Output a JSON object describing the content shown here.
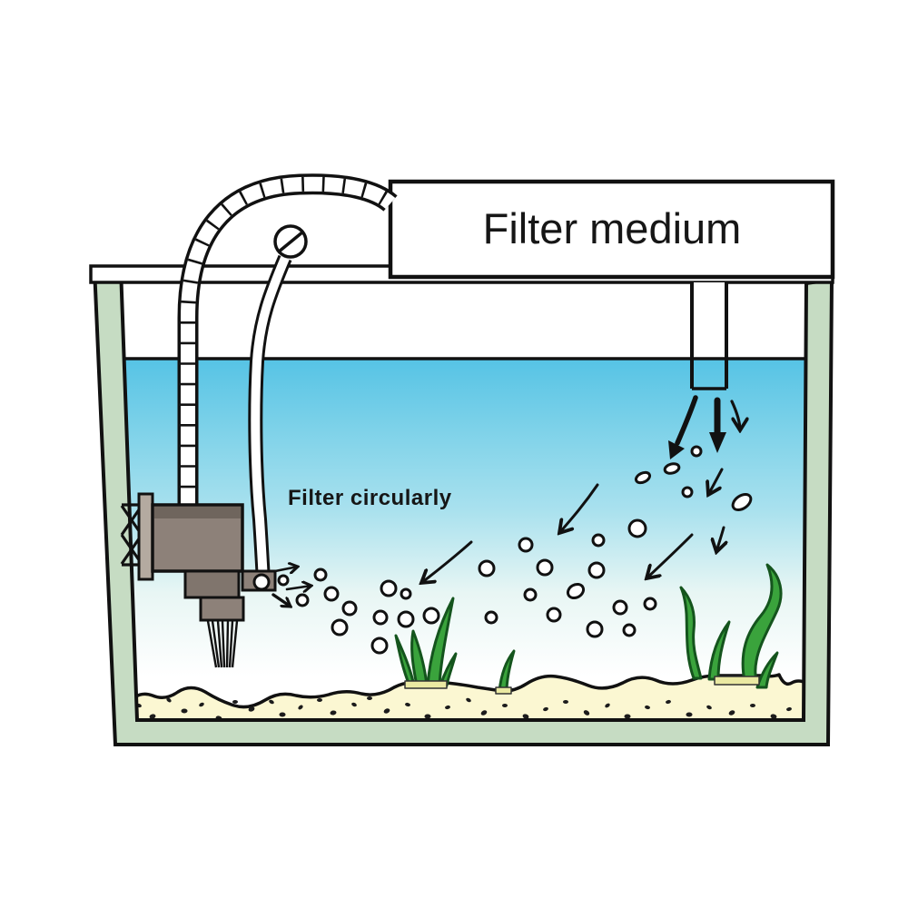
{
  "diagram": {
    "type": "aquarium-filter-circulation",
    "labels": {
      "filter_medium": "Filter medium",
      "filter_circularly": "Filter circularly"
    }
  },
  "colors": {
    "background": "#ffffff",
    "outline": "#111111",
    "tank_frame_green": "#c6dcc3",
    "water_top": "#55c3e5",
    "water_mid": "#a9e1ee",
    "water_low": "#e8f6f4",
    "sand": "#fbf7d2",
    "speckle": "#1c1c1c",
    "plant_green": "#3aa33c",
    "plant_outline": "#14541d",
    "plant_base": "#eae9a2",
    "pump_body": "#8d8179",
    "pump_body2": "#80756d",
    "pump_dark": "#6f655d",
    "pump_flange": "#b4aaa0"
  }
}
